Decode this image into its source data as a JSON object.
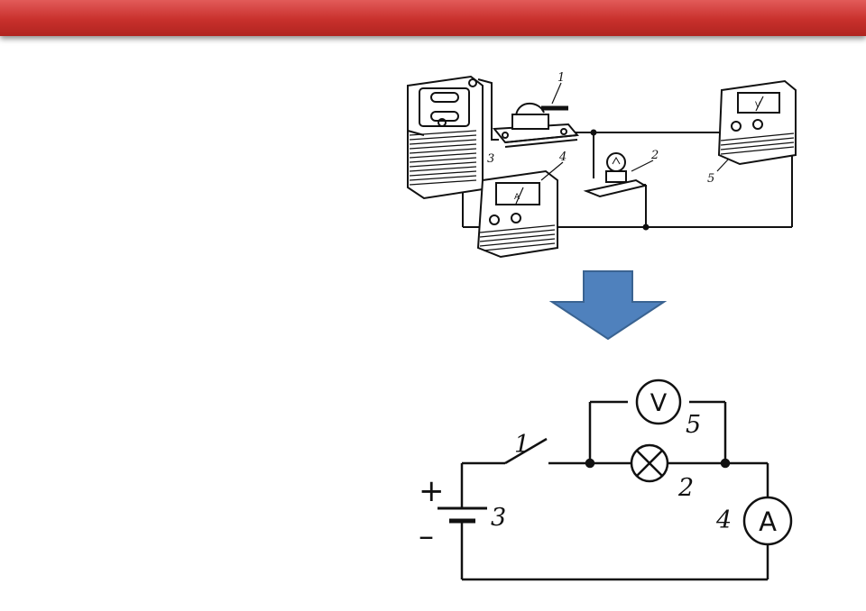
{
  "header": {
    "color": "#c8302c"
  },
  "illustration": {
    "labels": {
      "switch": "1",
      "lamp": "2",
      "battery": "3",
      "ammeter": "4",
      "voltmeter": "5"
    },
    "meter_letters": {
      "ammeter": "A",
      "voltmeter": "V"
    }
  },
  "arrow": {
    "color": "#4f81bd",
    "icon": "down-arrow-icon"
  },
  "schematic": {
    "labels": {
      "switch": "1",
      "lamp": "2",
      "battery": "3",
      "ammeter": "4",
      "voltmeter": "5"
    },
    "meter_letters": {
      "ammeter": "A",
      "voltmeter": "V"
    },
    "polarity": {
      "plus": "+",
      "minus": "–"
    }
  }
}
